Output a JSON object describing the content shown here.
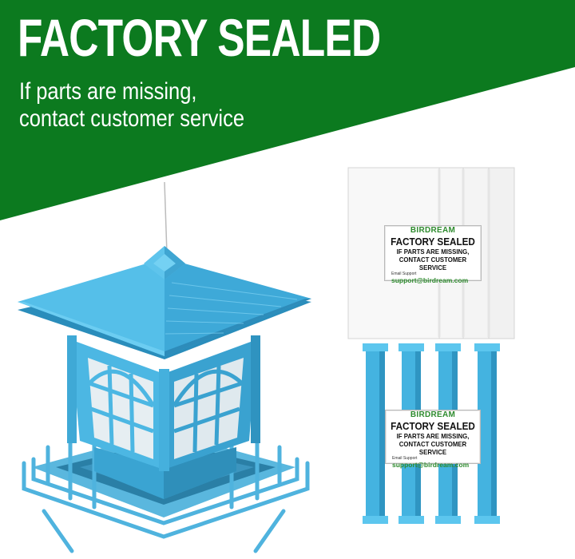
{
  "banner": {
    "headline": "FACTORY SEALED",
    "subline_1": "If parts are missing,",
    "subline_2": "contact customer service",
    "green": "#0c7a1f"
  },
  "label": {
    "brand": "BIRDREAM",
    "title": "FACTORY SEALED",
    "line_1": "IF PARTS ARE MISSING,",
    "line_2": "CONTACT CUSTOMER SERVICE",
    "support_caption": "Email Support",
    "email": "support@birdream.com"
  },
  "product": {
    "color": "#3fb0dc",
    "panel_color": "#f4f4f4"
  }
}
